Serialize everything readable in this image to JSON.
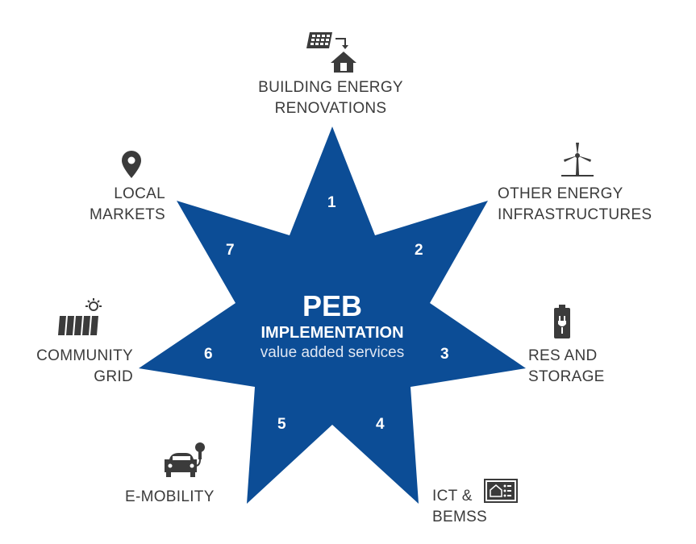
{
  "center": {
    "title": "PEB",
    "subtitle": "IMPLEMENTATION",
    "caption": "value added services"
  },
  "star_color": "#0c4d96",
  "points": [
    {
      "number": "1",
      "label_lines": [
        "BUILDING ENERGY",
        "RENOVATIONS"
      ],
      "icon": "solar-panel-to-house-icon"
    },
    {
      "number": "2",
      "label_lines": [
        "OTHER ENERGY",
        "INFRASTRUCTURES"
      ],
      "icon": "wind-turbine-icon"
    },
    {
      "number": "3",
      "label_lines": [
        "RES AND",
        "STORAGE"
      ],
      "icon": "battery-plug-icon"
    },
    {
      "number": "4",
      "label_lines": [
        "ICT &",
        "BEMSS"
      ],
      "icon": "smart-home-panel-icon"
    },
    {
      "number": "5",
      "label_lines": [
        "E-MOBILITY"
      ],
      "icon": "electric-car-icon"
    },
    {
      "number": "6",
      "label_lines": [
        "COMMUNITY",
        "GRID"
      ],
      "icon": "solar-panel-sun-icon"
    },
    {
      "number": "7",
      "label_lines": [
        "LOCAL",
        "MARKETS"
      ],
      "icon": "location-pin-icon"
    }
  ]
}
